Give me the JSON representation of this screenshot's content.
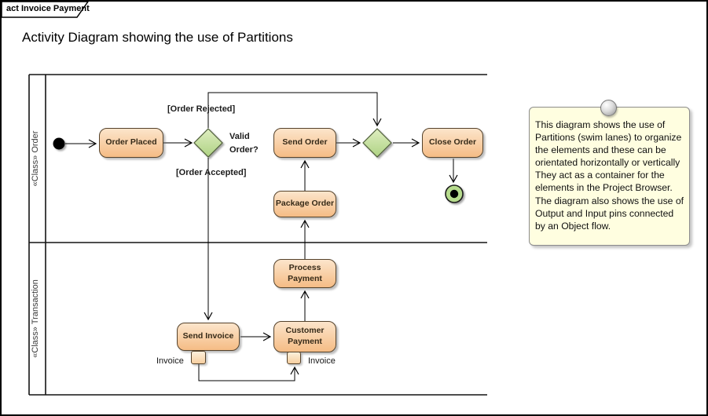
{
  "frame": {
    "tab_label": "act Invoice Payment"
  },
  "title": "Activity Diagram showing the use of Partitions",
  "lanes": [
    {
      "label": "«Class» Order"
    },
    {
      "label": "«Class» Transaction"
    }
  ],
  "nodes": {
    "order_placed": "Order Placed",
    "send_order": "Send Order",
    "close_order": "Close Order",
    "package_order": "Package Order",
    "process_payment": "Process Payment",
    "send_invoice": "Send Invoice",
    "customer_payment": "Customer Payment"
  },
  "labels": {
    "order_rejected": "[Order Rejected]",
    "order_accepted": "[Order Accepted]",
    "valid_order": "Valid Order?",
    "invoice_out": "Invoice",
    "invoice_in": "Invoice"
  },
  "note": {
    "text": "This diagram shows the use of Partitions (swim lanes) to organize the elements and these can be orientated horizontally or vertically  They act as a container for the elements in the Project Browser. The diagram also shows the use of Output and Input pins connected by an Object flow."
  },
  "colors": {
    "activity_fill_top": "#FCE5CB",
    "activity_fill_bottom": "#F5BC85",
    "activity_border": "#54422B",
    "decision_fill_top": "#DFEEC1",
    "decision_fill_bottom": "#AED283",
    "decision_border": "#4D5C38",
    "final_node_fill": "#B7DC8E",
    "note_fill": "#FFFEE0",
    "note_border": "#8C8C8C",
    "line_color": "#000000"
  }
}
